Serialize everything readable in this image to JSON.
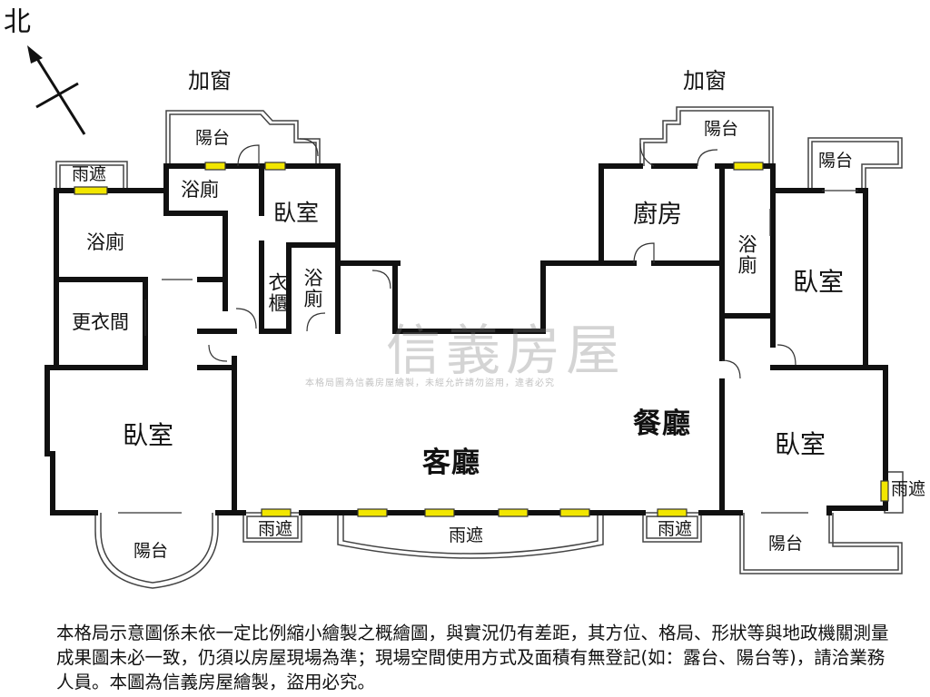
{
  "north_label": "北",
  "windows_top_left": "加窗",
  "windows_top_right": "加窗",
  "rooms": {
    "balcony_top_left": "陽台",
    "canopy_top_left": "雨遮",
    "bath_small_top": "浴廁",
    "bedroom_top_mid": "臥室",
    "bath_left": "浴廁",
    "wardrobe": "衣櫃",
    "bath_mid": "浴廁",
    "dressing_room": "更衣間",
    "bedroom_left": "臥室",
    "living_room": "客廳",
    "dining_room": "餐廳",
    "kitchen": "廚房",
    "balcony_top_right": "陽台",
    "balcony_far_right": "陽台",
    "bath_right": "浴廁",
    "bedroom_right_top": "臥室",
    "bedroom_right_bottom": "臥室",
    "canopy_right": "雨遮",
    "balcony_bottom_left": "陽台",
    "canopy_bottom_1": "雨遮",
    "canopy_bottom_2": "雨遮",
    "canopy_bottom_3": "雨遮",
    "balcony_bottom_right": "陽台"
  },
  "watermark": {
    "brand": "信義房屋",
    "note": "本格局圖為信義房屋繪製，未經允許請勿盜用，違者必究"
  },
  "disclaimer": "本格局示意圖係未依一定比例縮小繪製之概繪圖，與實況仍有差距，其方位、格局、形狀等與地政機關測量成果圖未必一致，仍須以房屋現場為準；現場空間使用方式及面積有無登記(如：露台、陽台等)，請洽業務人員。本圖為信義房屋繪製，盜用必究。",
  "colors": {
    "wall": "#111111",
    "window_fill": "#f2e600",
    "watermark": "#8a8a8a"
  }
}
